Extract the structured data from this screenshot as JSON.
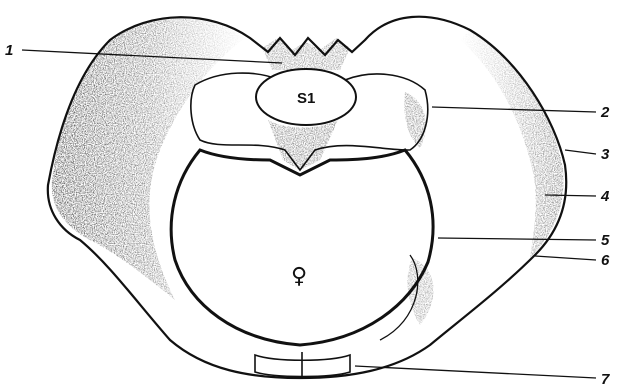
{
  "diagram": {
    "vertebra_label": "S1",
    "center_symbol": "♀",
    "labels": [
      {
        "id": "1",
        "text": "1"
      },
      {
        "id": "2",
        "text": "2"
      },
      {
        "id": "3",
        "text": "3"
      },
      {
        "id": "4",
        "text": "4"
      },
      {
        "id": "5",
        "text": "5"
      },
      {
        "id": "6",
        "text": "6"
      },
      {
        "id": "7",
        "text": "7"
      }
    ]
  }
}
